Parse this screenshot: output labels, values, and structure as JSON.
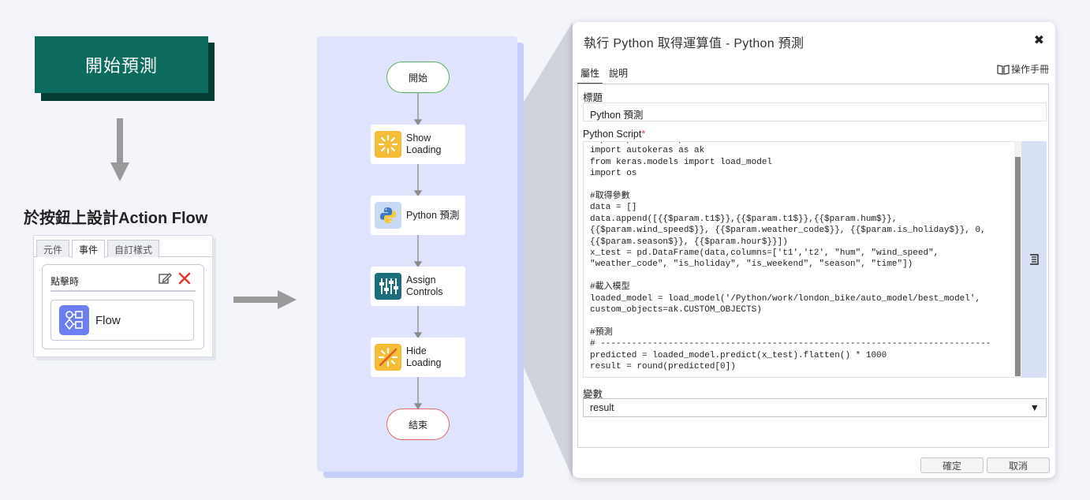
{
  "start_button": {
    "label": "開始預測"
  },
  "design_title": "於按鈕上設計Action Flow",
  "component_panel": {
    "tabs": [
      {
        "label": "元件",
        "active": false
      },
      {
        "label": "事件",
        "active": true
      },
      {
        "label": "自訂樣式",
        "active": false
      }
    ],
    "event_label": "點擊時",
    "flow_label": "Flow"
  },
  "flow": {
    "start": "開始",
    "end": "結束",
    "nodes": [
      {
        "line1": "Show",
        "line2": "Loading",
        "icon": "loading-icon"
      },
      {
        "line1": "Python 預測",
        "line2": "",
        "icon": "python-icon"
      },
      {
        "line1": "Assign",
        "line2": "Controls",
        "icon": "sliders-icon"
      },
      {
        "line1": "Hide",
        "line2": "Loading",
        "icon": "hide-loading-icon"
      }
    ]
  },
  "dialog": {
    "title": "執行 Python 取得運算值 - Python 預測",
    "close": "✖",
    "tabs": [
      {
        "label": "屬性",
        "active": true
      },
      {
        "label": "說明",
        "active": false
      }
    ],
    "manual_link": "操作手冊",
    "title_label": "標題",
    "title_value": "Python 預測",
    "script_label": "Python Script",
    "required_mark": "*",
    "script": "import pandas as pd\nimport autokeras as ak\nfrom keras.models import load_model\nimport os\n\n#取得參數\ndata = []\ndata.append([{{$param.t1$}},{{$param.t1$}},{{$param.hum$}},\n{{$param.wind_speed$}}, {{$param.weather_code$}}, {{$param.is_holiday$}}, 0,\n{{$param.season$}}, {{$param.hour$}}])\nx_test = pd.DataFrame(data,columns=['t1','t2', \"hum\", \"wind_speed\",\n\"weather_code\", \"is_holiday\", \"is_weekend\", \"season\", \"time\"])\n\n#載入模型\nloaded_model = load_model('/Python/work/london_bike/auto_model/best_model',\ncustom_objects=ak.CUSTOM_OBJECTS)\n\n#預測\n# ---------------------------------------------------------------------------\npredicted = loaded_model.predict(x_test).flatten() * 1000\nresult = round(predicted[0])",
    "variable_label": "變數",
    "variable_value": "result",
    "confirm": "確定",
    "cancel": "取消"
  },
  "colors": {
    "start_button": "#0d6b5e",
    "canvas": "#dfe3fb",
    "start_node_border": "#5ab65a",
    "end_node_border": "#e06a6a",
    "loading_icon": "#f5bd37",
    "assign_icon": "#1b6e7b",
    "flow_icon": "#6d7df2"
  }
}
